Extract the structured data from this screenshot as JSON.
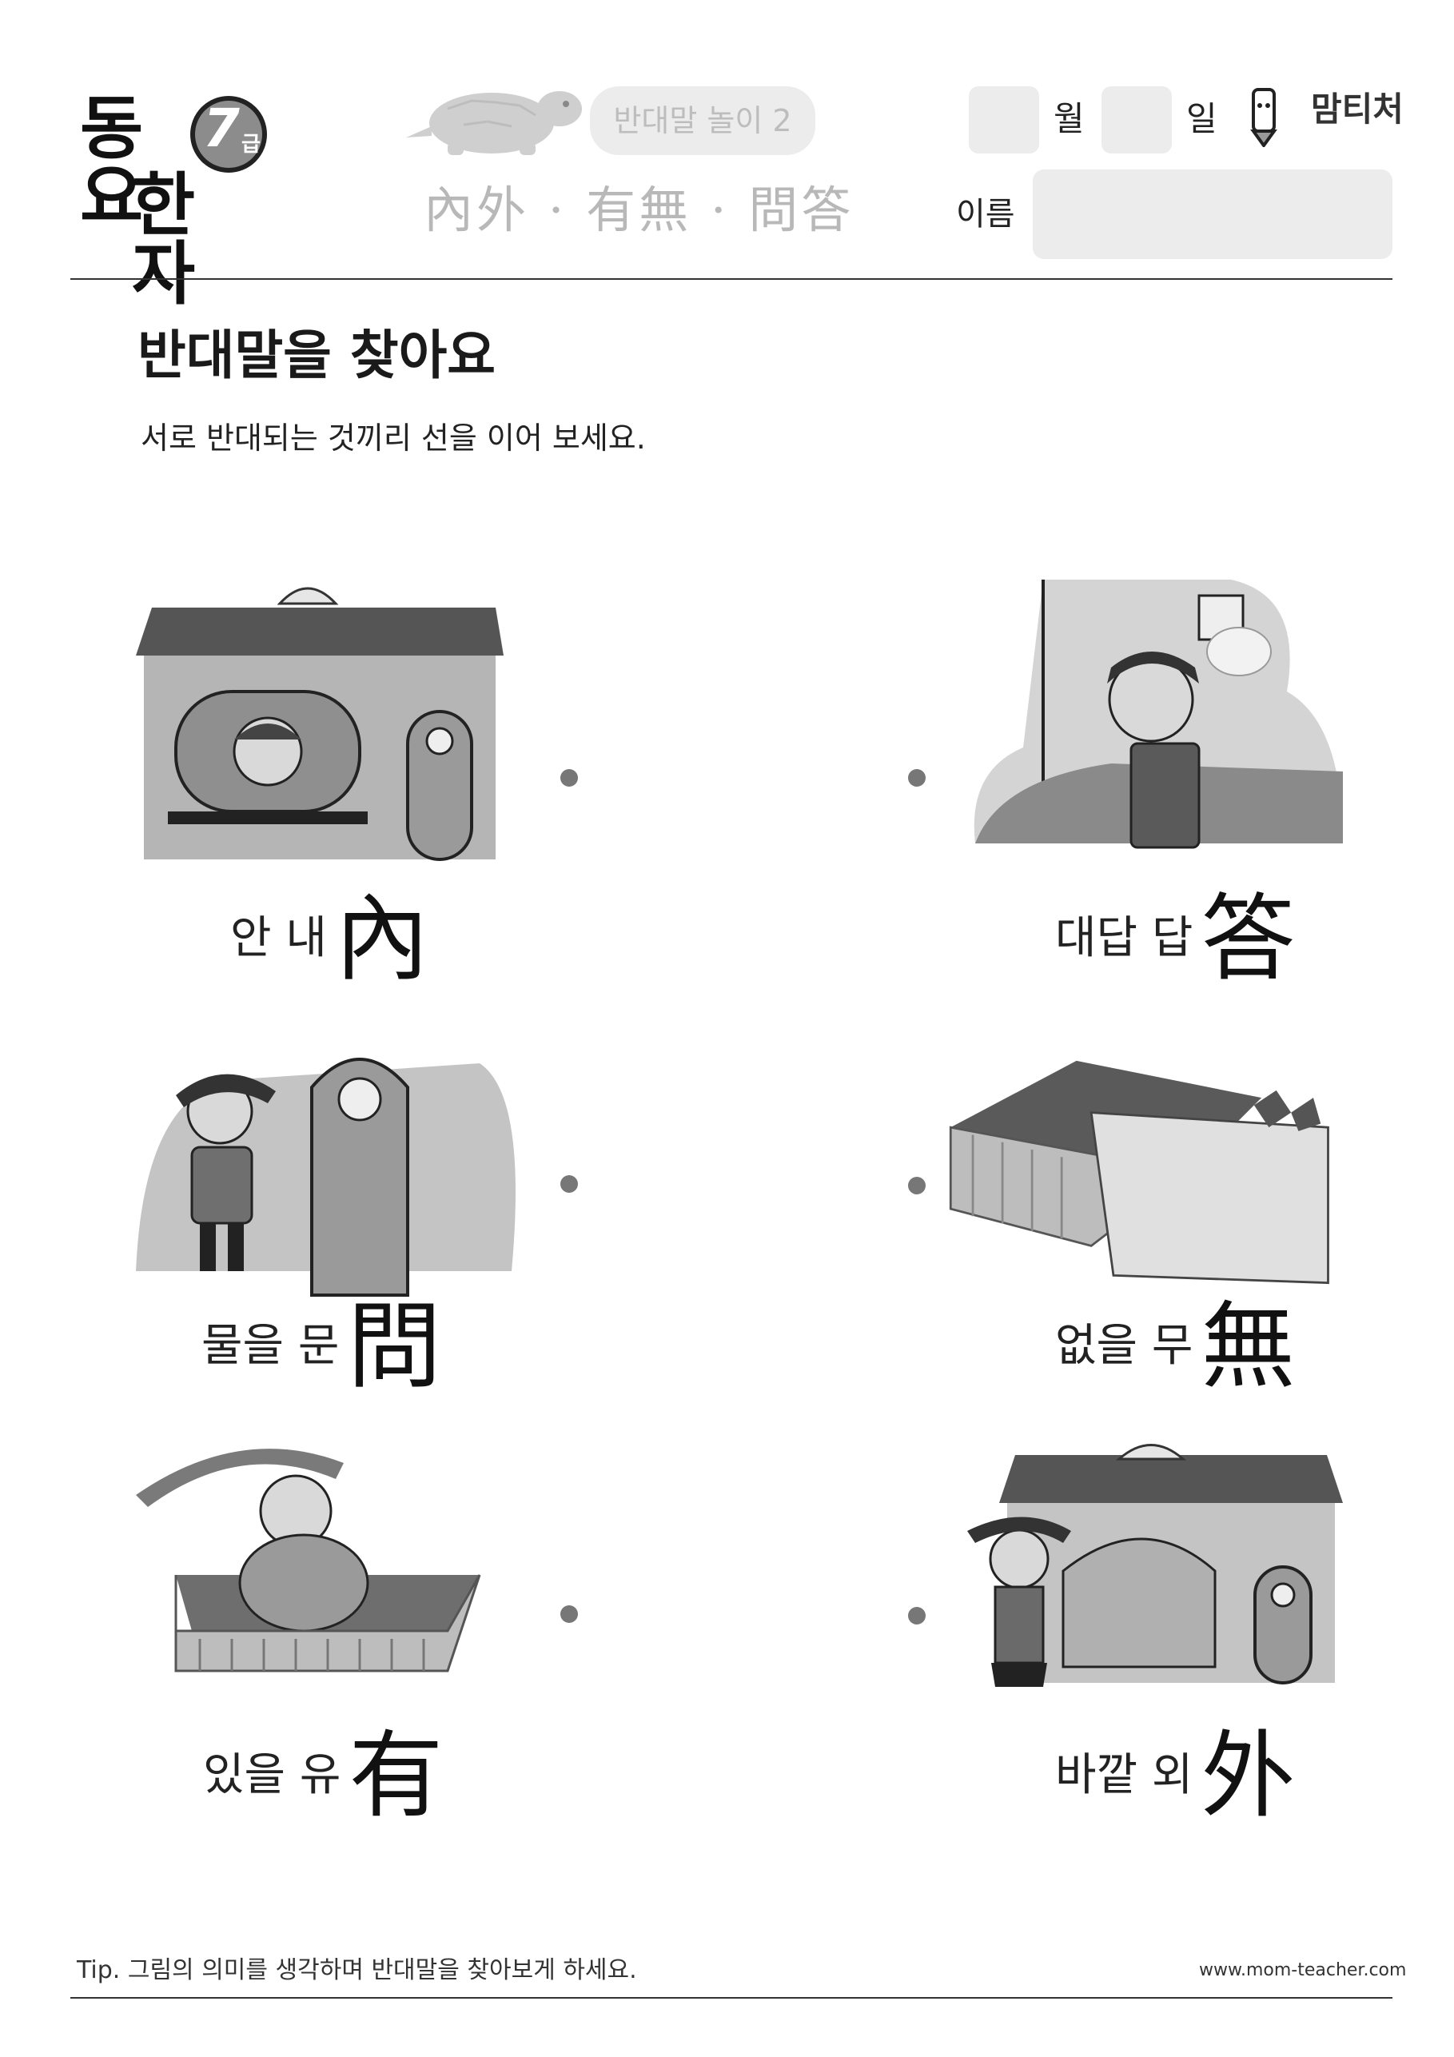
{
  "header": {
    "logo_line1": "동요",
    "logo_line2": "한자",
    "grade": "7",
    "grade_unit": "급",
    "subject": "반대말 놀이 2",
    "hanja_title": "內外 · 有無 · 問答",
    "month_label": "월",
    "day_label": "일",
    "name_label": "이름",
    "brand": "맘티처"
  },
  "task": {
    "title": "반대말을 찾아요",
    "instruction": "서로 반대되는 것끼리 선을 이어 보세요."
  },
  "left_items": [
    {
      "reading": "안 내",
      "hanja": "內"
    },
    {
      "reading": "물을 문",
      "hanja": "問"
    },
    {
      "reading": "있을 유",
      "hanja": "有"
    }
  ],
  "right_items": [
    {
      "reading": "대답 답",
      "hanja": "答"
    },
    {
      "reading": "없을 무",
      "hanja": "無"
    },
    {
      "reading": "바깥 외",
      "hanja": "外"
    }
  ],
  "footer": {
    "tip": "Tip. 그림의 의미를 생각하며 반대말을 찾아보게 하세요.",
    "url": "www.mom-teacher.com"
  }
}
